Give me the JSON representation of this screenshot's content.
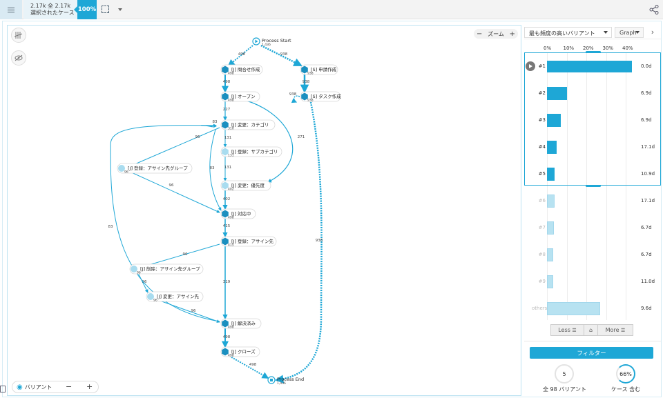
{
  "topbar": {
    "case_count": "2.17k 全 2.17k",
    "case_subtitle": "選択されたケース",
    "percent": "100%"
  },
  "zoom": {
    "minus": "−",
    "label": "ズーム",
    "plus": "+"
  },
  "variant_control": {
    "label": "バリアント",
    "minus": "−",
    "plus": "+"
  },
  "process_map": {
    "nodes": [
      {
        "id": "start",
        "label": "Process Start",
        "count": "1,436"
      },
      {
        "id": "n1",
        "label": "[J] 問合せ作成",
        "count": "498"
      },
      {
        "id": "n2",
        "label": "[S] 申請作成",
        "count": "938"
      },
      {
        "id": "n3",
        "label": "[J] オープン",
        "count": "498"
      },
      {
        "id": "n4",
        "label": "[S] タスク作成",
        "count": "938"
      },
      {
        "id": "n5",
        "label": "[J] 変更：カテゴリ",
        "count": "310"
      },
      {
        "id": "n6",
        "label": "[J] 登録：サブカテゴリ",
        "count": "131"
      },
      {
        "id": "n7",
        "label": "[J] 登録：アサイン先グループ",
        "count": "96"
      },
      {
        "id": "n8",
        "label": "[J] 変更：優先度",
        "count": "402"
      },
      {
        "id": "n9",
        "label": "[J] 対応中",
        "count": "498"
      },
      {
        "id": "n10",
        "label": "[J] 登録：アサイン先",
        "count": "415"
      },
      {
        "id": "n11",
        "label": "[J] 削除：アサイン先グループ",
        "count": "96"
      },
      {
        "id": "n12",
        "label": "[J] 変更：アサイン先",
        "count": "96"
      },
      {
        "id": "n13",
        "label": "[J] 解決済み",
        "count": "498"
      },
      {
        "id": "n14",
        "label": "[J] クローズ",
        "count": "498"
      },
      {
        "id": "end",
        "label": "Process End",
        "count": "1,436"
      }
    ],
    "edges": [
      {
        "label": "498"
      },
      {
        "label": "938"
      },
      {
        "label": "498"
      },
      {
        "label": "938"
      },
      {
        "label": "938"
      },
      {
        "label": "227"
      },
      {
        "label": "271"
      },
      {
        "label": "83"
      },
      {
        "label": "96"
      },
      {
        "label": "131"
      },
      {
        "label": "131"
      },
      {
        "label": "96"
      },
      {
        "label": "83"
      },
      {
        "label": "402"
      },
      {
        "label": "415"
      },
      {
        "label": "96"
      },
      {
        "label": "96"
      },
      {
        "label": "96"
      },
      {
        "label": "319"
      },
      {
        "label": "83"
      },
      {
        "label": "938"
      },
      {
        "label": "498"
      },
      {
        "label": "498"
      }
    ]
  },
  "right_panel": {
    "dropdown": "最も頻度の高いバリアント",
    "view_mode": "Graph",
    "next": "›",
    "axis_ticks": [
      "0%",
      "10%",
      "20%",
      "30%",
      "40%"
    ],
    "variants": [
      {
        "label": "#1",
        "pct": 43,
        "duration": "0.0d",
        "selected": true
      },
      {
        "label": "#2",
        "pct": 10,
        "duration": "6.9d",
        "selected": true
      },
      {
        "label": "#3",
        "pct": 7,
        "duration": "6.9d",
        "selected": true
      },
      {
        "label": "#4",
        "pct": 5,
        "duration": "17.1d",
        "selected": true
      },
      {
        "label": "#5",
        "pct": 4,
        "duration": "10.9d",
        "selected": true
      },
      {
        "label": "#6",
        "pct": 4,
        "duration": "17.1d",
        "selected": false
      },
      {
        "label": "#7",
        "pct": 3.5,
        "duration": "6.7d",
        "selected": false
      },
      {
        "label": "#8",
        "pct": 3,
        "duration": "6.7d",
        "selected": false
      },
      {
        "label": "#9",
        "pct": 3,
        "duration": "11.0d",
        "selected": false
      },
      {
        "label": "others",
        "pct": 27,
        "duration": "9.6d",
        "selected": false
      }
    ],
    "less_label": "Less",
    "more_label": "More",
    "filter_label": "フィルター",
    "variant_count": "5",
    "variant_caption": "全 98 バリアント",
    "case_pct": "66%",
    "case_caption": "ケース 含む"
  },
  "colors": {
    "accent": "#1ea7d6",
    "node_dark": "#1b8fbf",
    "node_light": "#a9dcef"
  }
}
